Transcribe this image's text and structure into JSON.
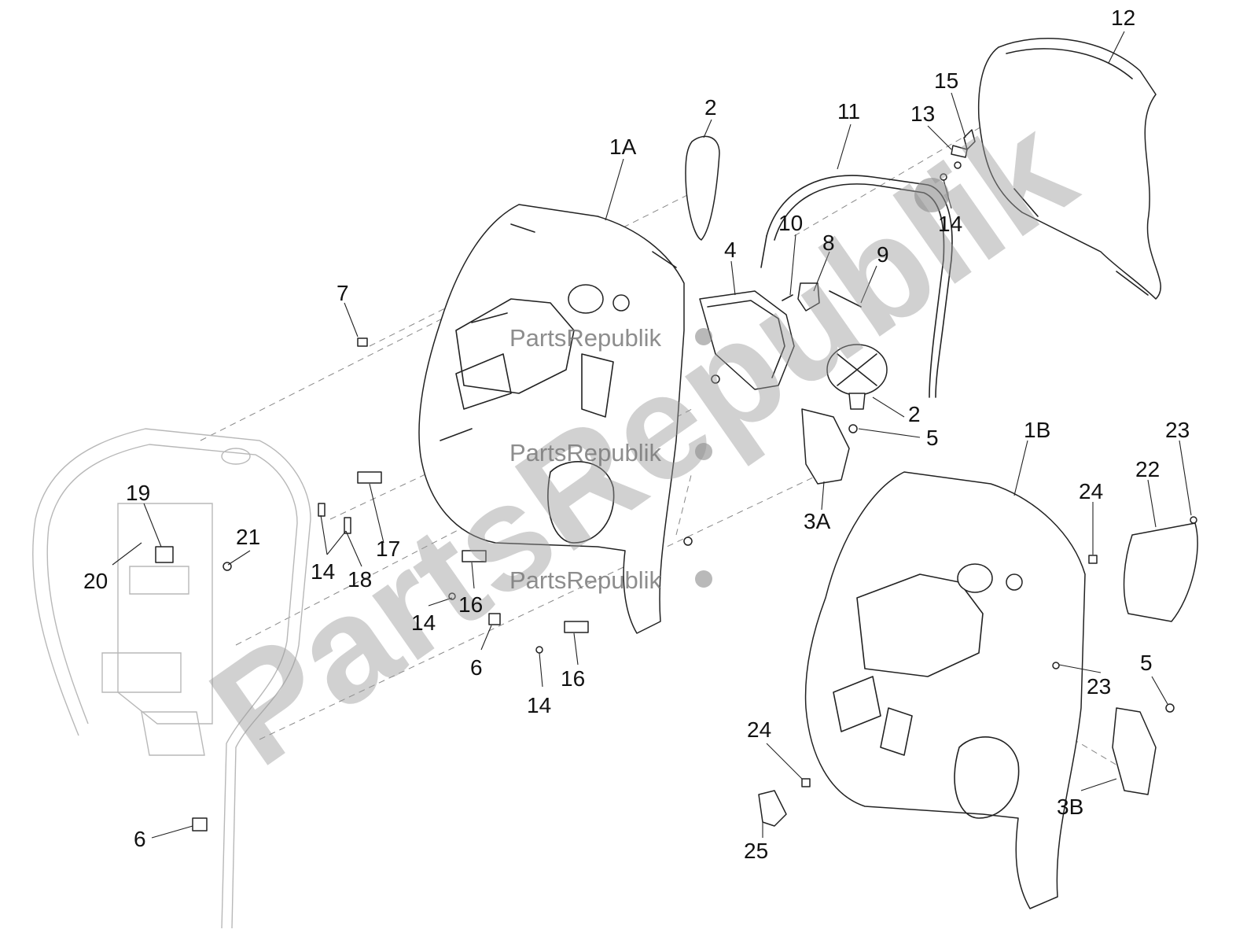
{
  "callouts": {
    "c12": "12",
    "c15": "15",
    "c13": "13",
    "c11": "11",
    "c2a": "2",
    "c1A": "1A",
    "c14a": "14",
    "c10": "10",
    "c8": "8",
    "c9": "9",
    "c4": "4",
    "c7": "7",
    "c2b": "2",
    "c5a": "5",
    "c23a": "23",
    "c1B": "1B",
    "c22": "22",
    "c24a": "24",
    "c3A": "3A",
    "c19": "19",
    "c21": "21",
    "c20": "20",
    "c17": "17",
    "c14b": "14",
    "c18": "18",
    "c14c": "14",
    "c16a": "16",
    "c6a": "6",
    "c16b": "16",
    "c14d": "14",
    "c23b": "23",
    "c5b": "5",
    "c24b": "24",
    "c3B": "3B",
    "c6b": "6",
    "c25": "25"
  },
  "watermark": {
    "big_text": "PartsRepublik",
    "small_text": "PartsRepublik"
  }
}
